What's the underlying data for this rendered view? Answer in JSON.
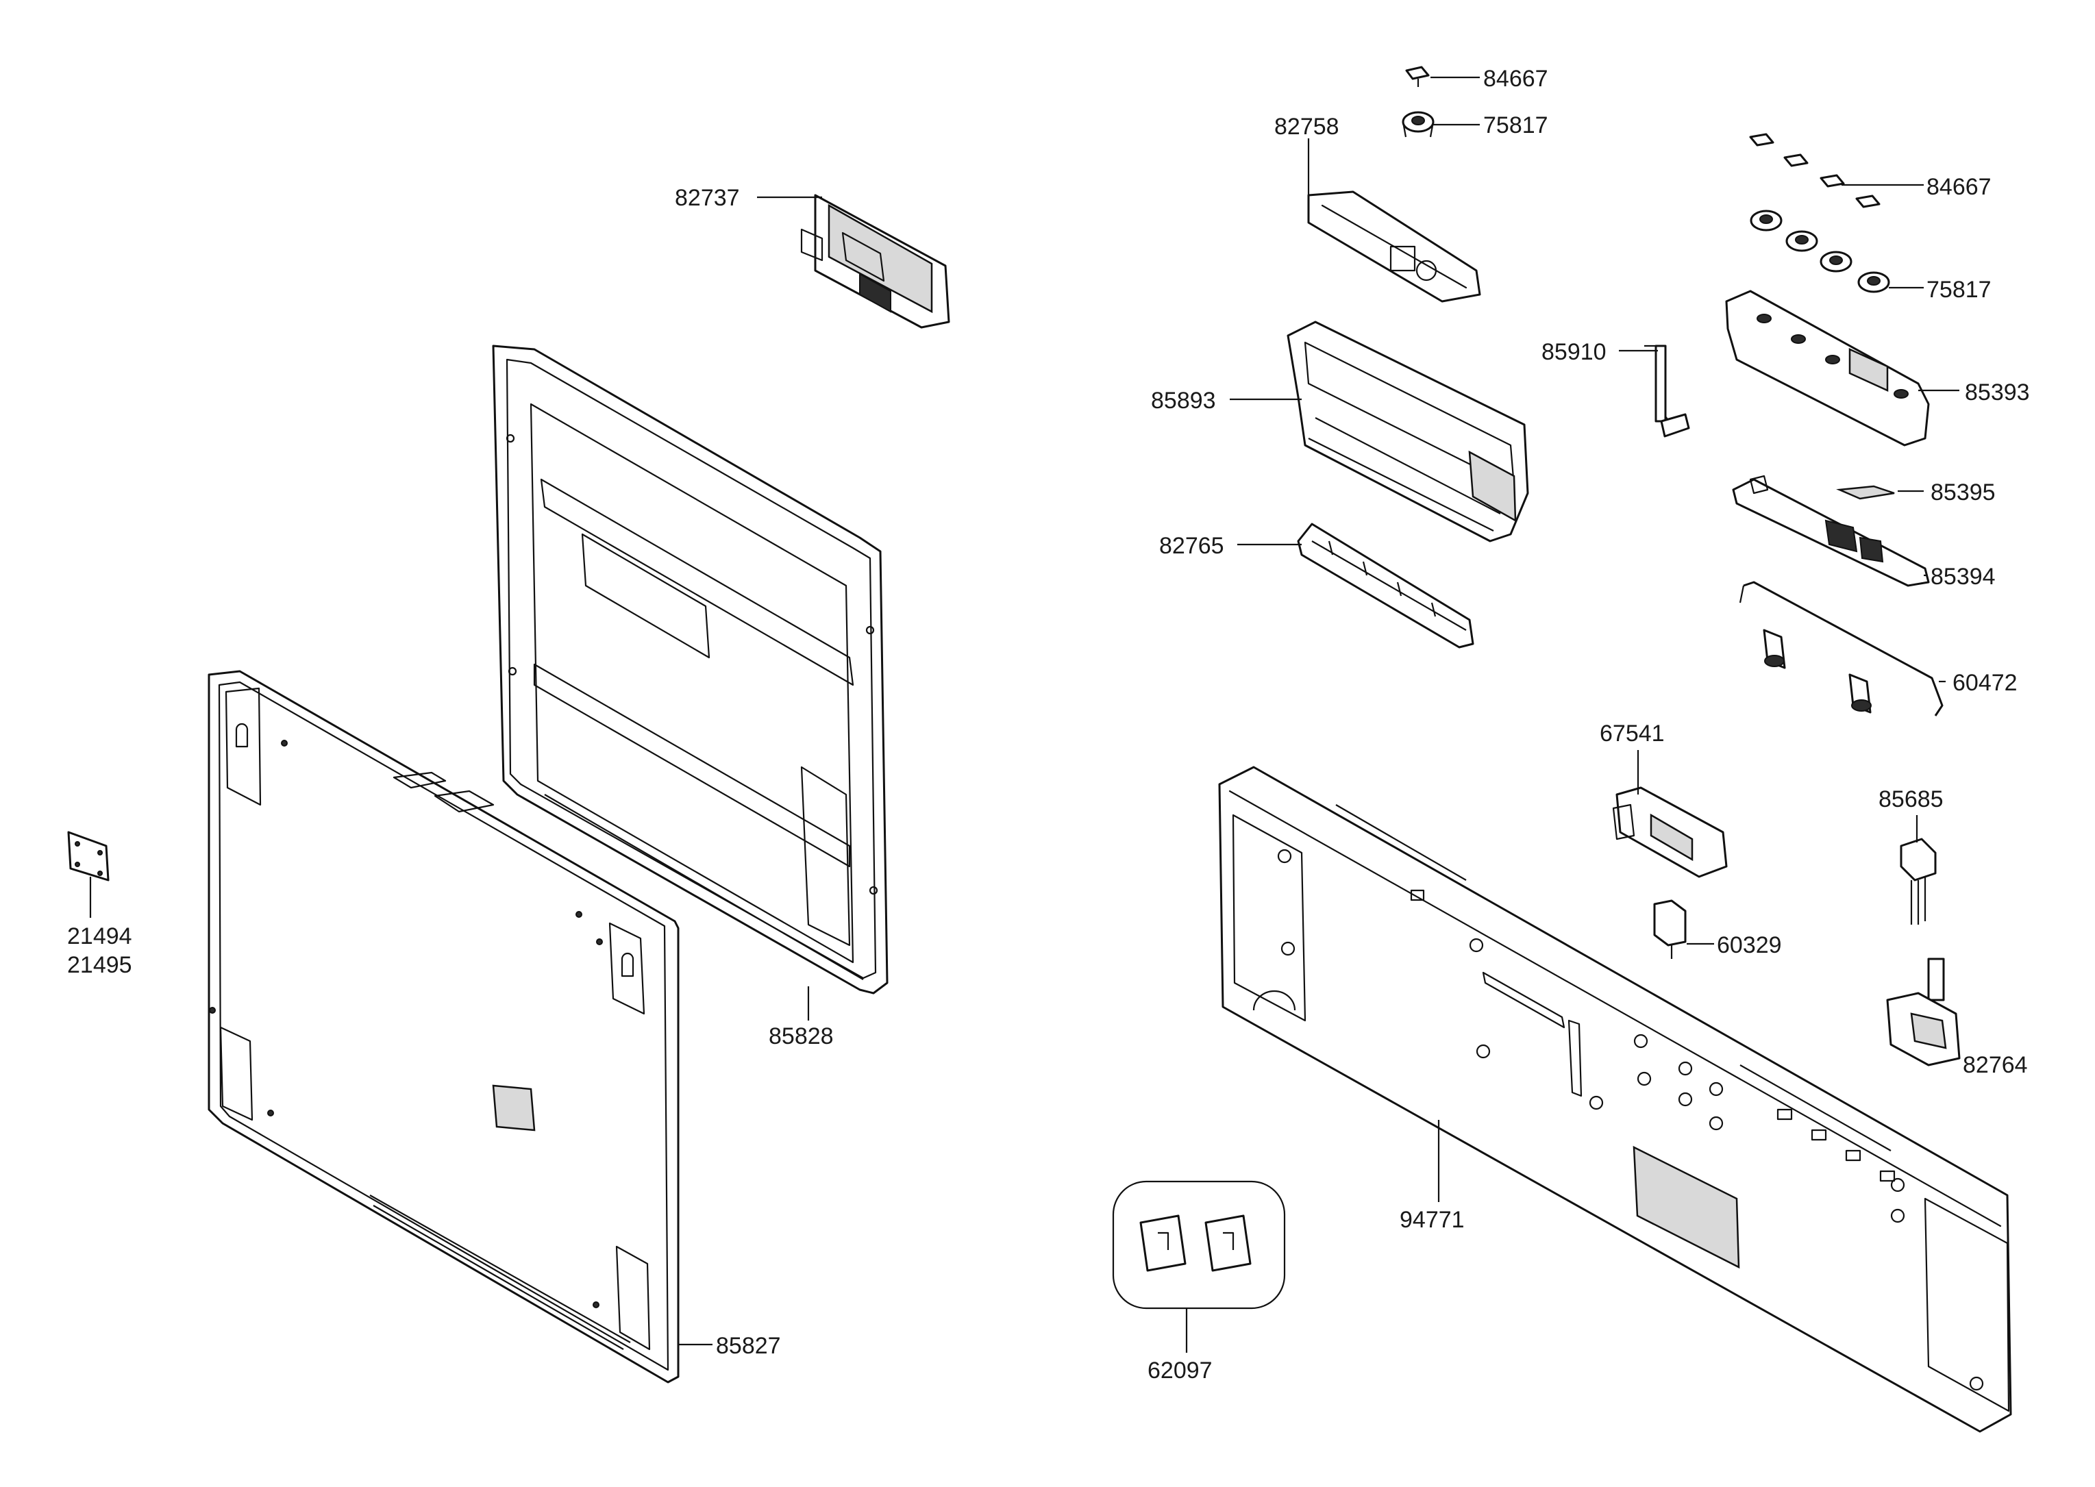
{
  "labels": {
    "p84667_top": "84667",
    "p75817_top": "75817",
    "p82758": "82758",
    "p82737": "82737",
    "p84667_right": "84667",
    "p75817_right": "75817",
    "p85910": "85910",
    "p85893": "85893",
    "p85393": "85393",
    "p85395": "85395",
    "p82765": "82765",
    "p85394": "85394",
    "p60472": "60472",
    "p67541": "67541",
    "p85685": "85685",
    "p21494": "21494",
    "p21495": "21495",
    "p60329": "60329",
    "p85828": "85828",
    "p82764": "82764",
    "p94771": "94771",
    "p85827": "85827",
    "p62097": "62097"
  }
}
